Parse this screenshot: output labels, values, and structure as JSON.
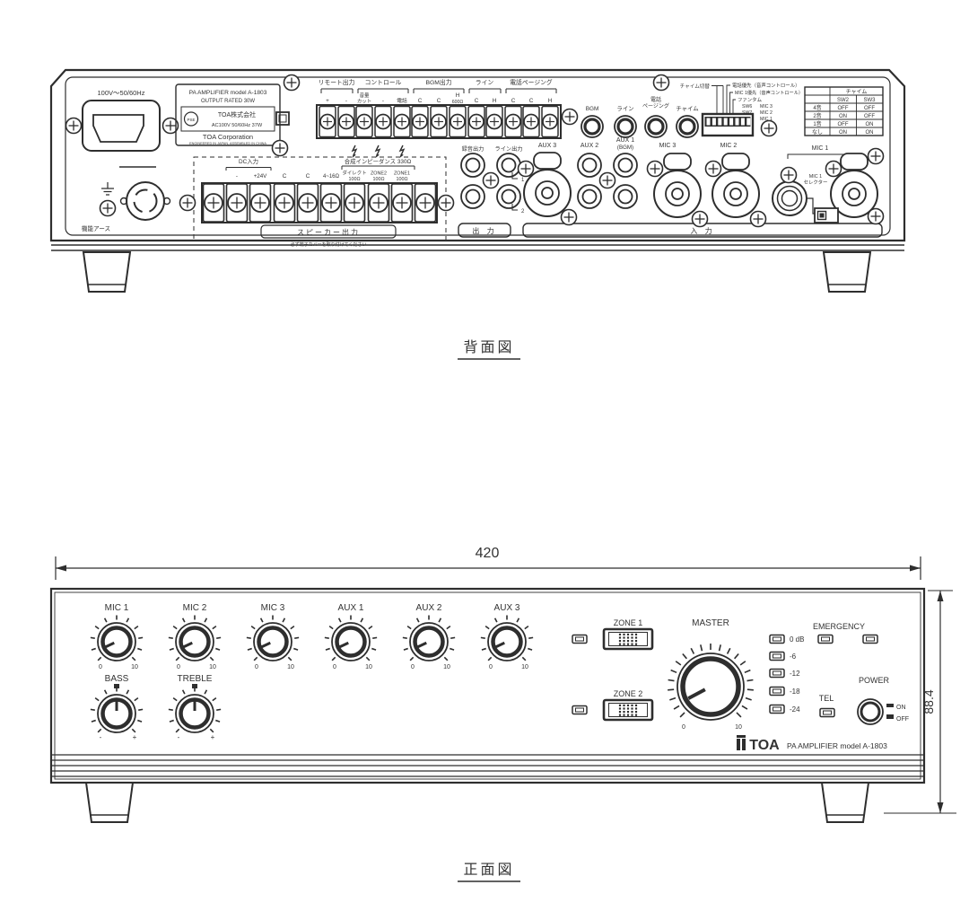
{
  "rear": {
    "caption": "背面図",
    "power_rating": "100V〜50/60Hz",
    "ground_label": "機能アース",
    "nameplate": {
      "line1": "PA AMPLIFIER model A-1803",
      "line2": "OUTPUT RATED 30W",
      "pse": "PSE",
      "company": "TOA株式会社",
      "rating": "AC100V 50/60Hz  37W",
      "corp": "TOA Corporation",
      "origin": "ENGINEERED IN JAPAN, ASSEMBLED IN CHINA"
    },
    "ts1": {
      "groups": [
        "リモート出力",
        "コントロール",
        "BGM出力",
        "ライン",
        "電話ページング"
      ],
      "terms": [
        "+",
        "-",
        "音量",
        "カット",
        "-",
        "電話",
        "C",
        "C",
        "H",
        "600Ω",
        "C",
        "H",
        "C",
        "C",
        "H"
      ]
    },
    "spk": {
      "dc": "DC入力",
      "imp": "合成インピーダンス 330Ω",
      "terms": [
        "-",
        "+24V",
        "C",
        "C",
        "4~16Ω"
      ],
      "t6a": "ダイレクト",
      "t6b": "100Ω",
      "t7a": "ZONE2",
      "t7b": "100Ω",
      "t8a": "ZONE1",
      "t8b": "100Ω",
      "out": "スピーカー出力",
      "note": "必ず端子カバーを取り付けてください"
    },
    "outputs": {
      "rec": "録音出力",
      "line": "ライン出力",
      "n1": "1",
      "n2": "2",
      "out_box": "出 力",
      "in_box": "入 力"
    },
    "inputs": {
      "aux3": "AUX 3",
      "aux2": "AUX 2",
      "aux1a": "AUX 1",
      "aux1b": "(BGM)",
      "mic3": "MIC 3",
      "mic2": "MIC 2",
      "mic1": "MIC 1",
      "mic1sel_a": "MIC 1",
      "mic1sel_b": "セレクター"
    },
    "trims": {
      "bgm": "BGM",
      "line": "ライン",
      "tel_a": "電話",
      "tel_b": "ページング",
      "chime": "チャイム"
    },
    "dip": {
      "chime": "チャイム切替",
      "tel": "電話優先（音声コントロール）",
      "mic1": "MIC 1優先（音声コントロール）",
      "phantom": "ファンタム",
      "sw6": "SW6",
      "sw6v": "MIC 3",
      "sw7": "SW7",
      "sw7v": "MIC 2",
      "sw8": "SW8",
      "sw8v": "MIC 1"
    },
    "table": {
      "title": "チャイム",
      "c1": "SW2",
      "c2": "SW3",
      "rows": [
        [
          "4音",
          "OFF",
          "OFF"
        ],
        [
          "2音",
          "ON",
          "OFF"
        ],
        [
          "1音",
          "OFF",
          "ON"
        ],
        [
          "なし",
          "ON",
          "ON"
        ]
      ]
    }
  },
  "front": {
    "caption": "正面図",
    "dim_w": "420",
    "dim_h": "88.4",
    "knobs": [
      "MIC 1",
      "MIC 2",
      "MIC 3",
      "AUX 1",
      "AUX 2",
      "AUX 3"
    ],
    "scale": {
      "min": "0",
      "max": "10"
    },
    "tone": {
      "bass": "BASS",
      "treble": "TREBLE",
      "min": "-",
      "max": "+"
    },
    "zones": {
      "z1": "ZONE 1",
      "z2": "ZONE 2"
    },
    "master": "MASTER",
    "meter": [
      "0 dB",
      "-6",
      "-12",
      "-18",
      "-24"
    ],
    "emergency": "EMERGENCY",
    "tel": "TEL",
    "power": {
      "label": "POWER",
      "on": "ON",
      "off": "OFF"
    },
    "brand": {
      "logo": "TOA",
      "model": "PA AMPLIFIER model A-1803"
    }
  }
}
